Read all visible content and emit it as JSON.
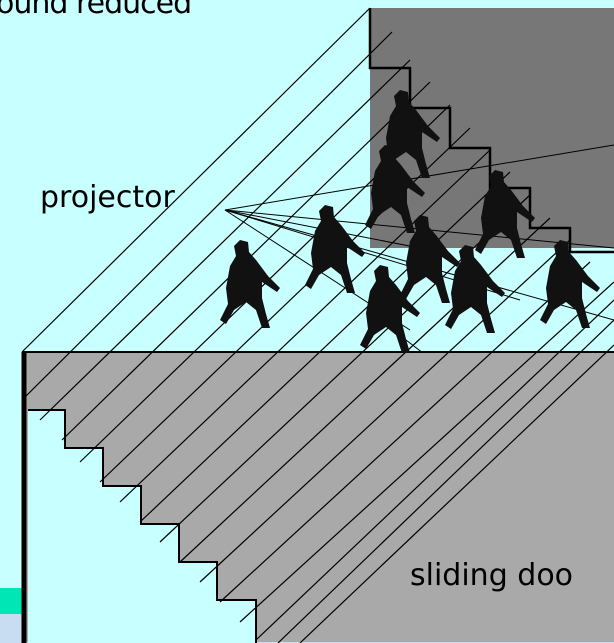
{
  "labels": {
    "top": "ound reduced",
    "projector": "projector",
    "door": "sliding doo"
  },
  "colors": {
    "background": "#c8ffff",
    "stair_face": "#a9a9a9",
    "stair_side": "#8c8c8c",
    "upper_wall": "#777777",
    "opening": "#d8ffff",
    "floor_stripe": "#00e7b6",
    "floor_band": "#c8dcf2",
    "outline": "#000000"
  },
  "icons": {
    "person": "seated-person-silhouette"
  }
}
